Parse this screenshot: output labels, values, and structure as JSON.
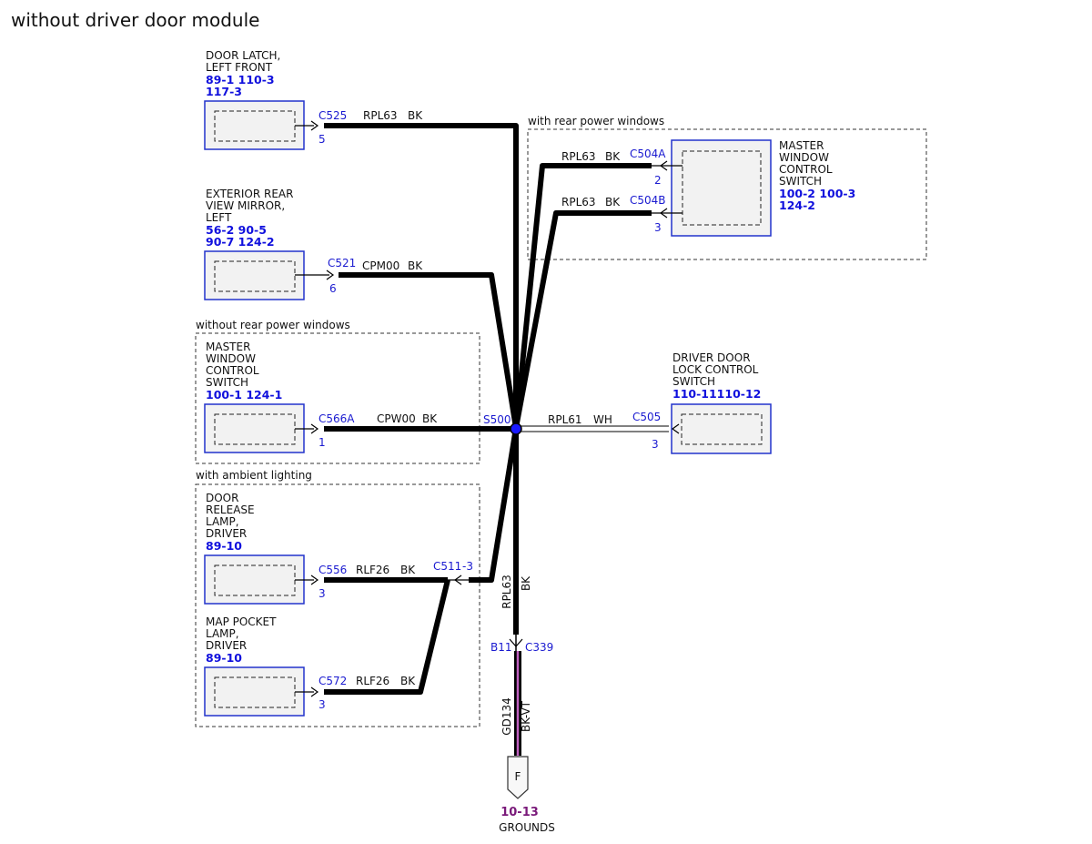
{
  "title": "without driver door module",
  "groups": {
    "rear_power": "with rear power windows",
    "no_rear_power": "without rear power windows",
    "ambient": "with ambient lighting"
  },
  "components": {
    "door_latch": {
      "lines": [
        "DOOR LATCH,",
        "LEFT FRONT"
      ],
      "refs": [
        "89-1  110-3",
        "117-3"
      ]
    },
    "mirror": {
      "lines": [
        "EXTERIOR REAR",
        "VIEW MIRROR,",
        "LEFT"
      ],
      "refs": [
        "56-2  90-5",
        "90-7  124-2"
      ]
    },
    "mwcs_no_rear": {
      "lines": [
        "MASTER",
        "WINDOW",
        "CONTROL",
        "SWITCH"
      ],
      "refs": [
        "100-1 124-1"
      ]
    },
    "door_release_lamp": {
      "lines": [
        "DOOR",
        "RELEASE",
        "LAMP,",
        "DRIVER"
      ],
      "refs": [
        "89-10"
      ]
    },
    "map_pocket_lamp": {
      "lines": [
        "MAP POCKET",
        "LAMP,",
        "DRIVER"
      ],
      "refs": [
        "89-10"
      ]
    },
    "mwcs_rear": {
      "lines": [
        "MASTER",
        "WINDOW",
        "CONTROL",
        "SWITCH"
      ],
      "refs": [
        "100-2 100-3",
        "124-2"
      ]
    },
    "door_lock_switch": {
      "lines": [
        "DRIVER DOOR",
        "LOCK CONTROL",
        "SWITCH"
      ],
      "refs": [
        "110-11110-12"
      ]
    }
  },
  "connectors": {
    "c525": {
      "id": "C525",
      "pin": "5"
    },
    "c521": {
      "id": "C521",
      "pin": "6"
    },
    "c566a": {
      "id": "C566A",
      "pin": "1"
    },
    "c556": {
      "id": "C556",
      "pin": "3"
    },
    "c572": {
      "id": "C572",
      "pin": "3"
    },
    "c504a": {
      "id": "C504A",
      "pin": "2"
    },
    "c504b": {
      "id": "C504B",
      "pin": "3"
    },
    "c505": {
      "id": "C505",
      "pin": "3"
    },
    "c511": {
      "id": "C511",
      "pin": "-3"
    },
    "c339": {
      "id": "C339",
      "pin": "B11"
    },
    "s500": {
      "id": "S500"
    }
  },
  "wires": {
    "c525": {
      "circuit": "RPL63",
      "color": "BK"
    },
    "c521": {
      "circuit": "CPM00",
      "color": "BK"
    },
    "c566a": {
      "circuit": "CPW00",
      "color": "BK"
    },
    "c556": {
      "circuit": "RLF26",
      "color": "BK"
    },
    "c572": {
      "circuit": "RLF26",
      "color": "BK"
    },
    "c504a": {
      "circuit": "RPL63",
      "color": "BK"
    },
    "c504b": {
      "circuit": "RPL63",
      "color": "BK"
    },
    "c505": {
      "circuit": "RPL61",
      "color": "WH"
    },
    "down": {
      "circuit": "RPL63",
      "color": "BK"
    },
    "ground": {
      "circuit": "GD134",
      "color": "BK-VT"
    }
  },
  "ground": {
    "letter": "F",
    "ref": "10-13",
    "label": "GROUNDS"
  },
  "colors": {
    "wire": "#000000",
    "connector_text": "#1a1ad0",
    "ref_text": "#1010dd",
    "component_border": "#2233cc",
    "component_fill": "#f2f2f2",
    "ground_ref": "#7a1a7a",
    "ground_wire_stripe": "#c060c0",
    "splice": "#1a1aff"
  }
}
